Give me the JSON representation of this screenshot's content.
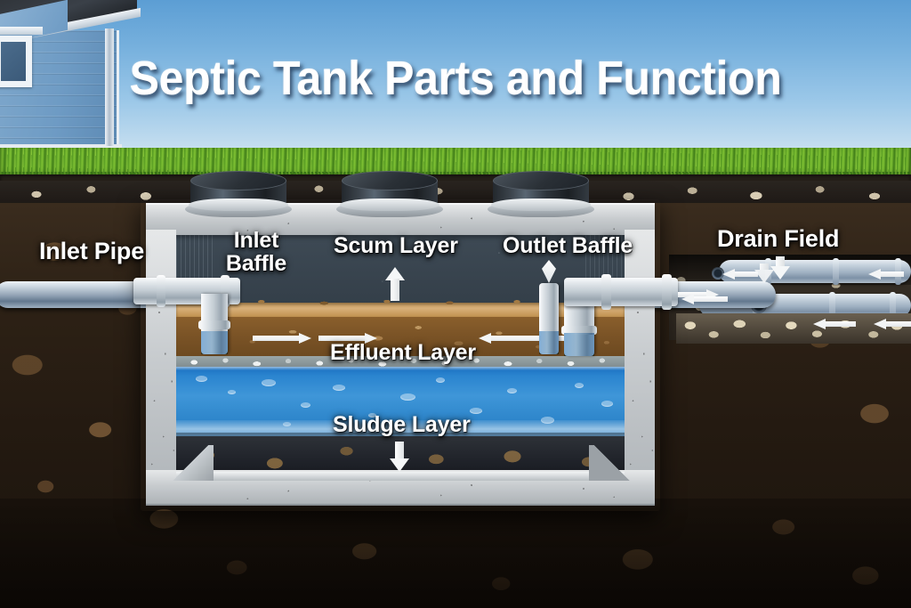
{
  "title": "Septic Tank Parts and Function",
  "labels": {
    "inlet_pipe": "Inlet Pipe",
    "inlet_baffle": "Inlet\nBaffle",
    "scum_layer": "Scum Layer",
    "outlet_baffle": "Outlet Baffle",
    "drain_field": "Drain Field",
    "effluent_layer": "Effluent Layer",
    "sludge_layer": "Sludge Layer"
  },
  "scene": {
    "house": "house-blue-siding",
    "grass": "lawn-grass",
    "ground_layers": [
      "topsoil",
      "gravel-band",
      "subsoil"
    ],
    "tank_access_risers": 3,
    "tank_layers": [
      "scum",
      "effluent",
      "sludge"
    ],
    "flow_arrows": {
      "scum_right": 2,
      "scum_left": 1,
      "drain_field": 6,
      "outlet": 1
    }
  },
  "colors": {
    "sky_top": "#5c9ed4",
    "sky_bottom": "#d7e8f4",
    "grass": "#5ba021",
    "concrete": "#c8cccf",
    "scum": "#7a5326",
    "effluent": "#2a84cf",
    "sludge": "#20232a",
    "pipe": "#c3ccd3",
    "label_text": "#ffffff"
  }
}
